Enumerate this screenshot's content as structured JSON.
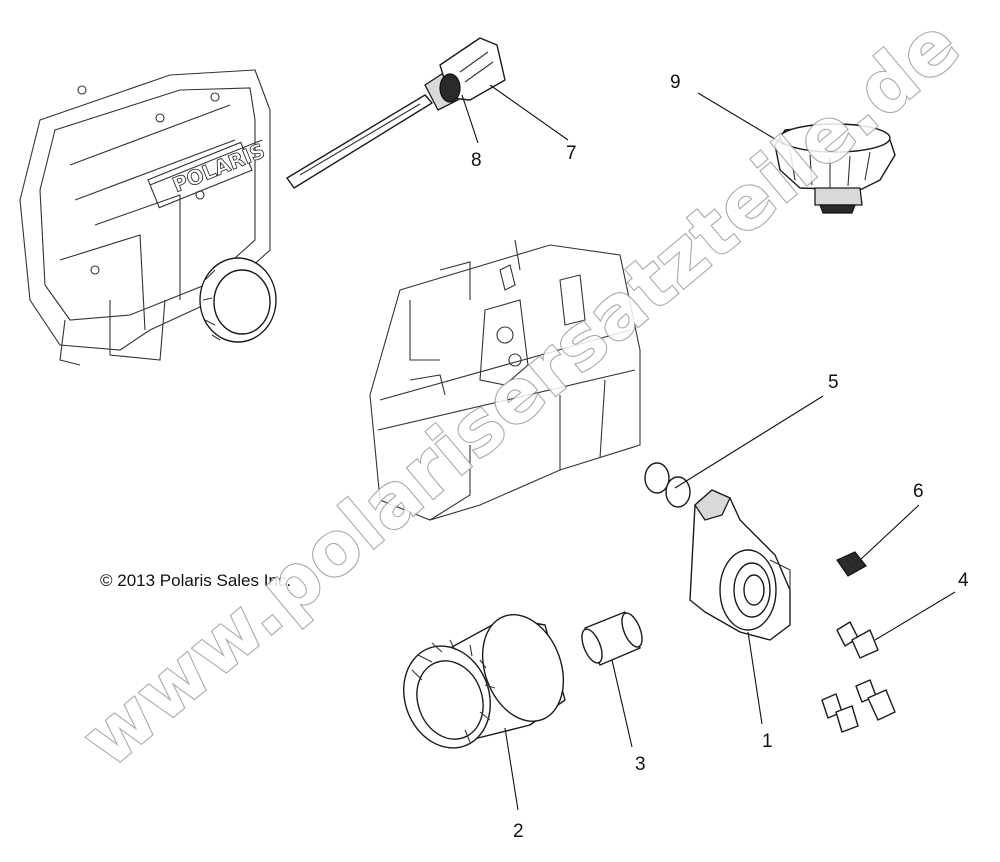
{
  "copyright": "© 2013 Polaris Sales Inc.",
  "watermark": "www.polarisersatzteile.de",
  "engine_badge_text": "POLARIS",
  "callouts": [
    {
      "id": "1",
      "part": "oil-filter-adapter"
    },
    {
      "id": "2",
      "part": "oil-filter"
    },
    {
      "id": "3",
      "part": "filter-nipple"
    },
    {
      "id": "4",
      "part": "bolts"
    },
    {
      "id": "5",
      "part": "o-rings"
    },
    {
      "id": "6",
      "part": "plug"
    },
    {
      "id": "7",
      "part": "dipstick"
    },
    {
      "id": "8",
      "part": "dipstick-o-ring"
    },
    {
      "id": "9",
      "part": "oil-fill-cap"
    }
  ]
}
